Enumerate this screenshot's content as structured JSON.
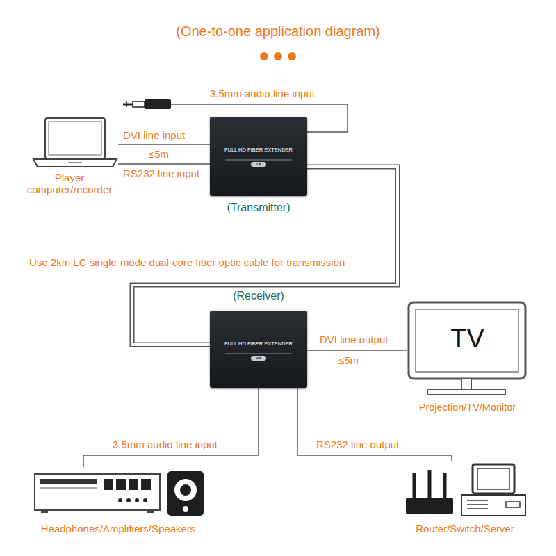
{
  "diagram": {
    "title": "(One-to-one application diagram)",
    "nodes": [
      {
        "text": [
          "Player computer/recorder"
        ]
      },
      {
        "text": [
          "FULL HD FIBER EXTENDER",
          "TX",
          "(Transmitter)"
        ]
      },
      {
        "text": [
          "(Receiver)",
          "FULL HD FIBER EXTENDER",
          "RX"
        ]
      },
      {
        "text": [
          "TV",
          "Projection/TV/Monitor"
        ]
      },
      {
        "text": [
          "Headphones/Amplifiers/Speakers"
        ]
      },
      {
        "text": [
          "Router/Switch/Server"
        ]
      }
    ],
    "edges": [
      {
        "from": 0,
        "to": 1,
        "label": "DVI line input",
        "arrow": "none"
      },
      {
        "from": 0,
        "to": 1,
        "label": "RS232 line input",
        "arrow": "none"
      },
      {
        "from": 1,
        "to": 2,
        "label": "Use 2km LC single-mode dual-core fiber optic cable for transmission",
        "arrow": "none"
      },
      {
        "from": 2,
        "to": 3,
        "label": "DVI line output",
        "arrow": "none"
      },
      {
        "from": 2,
        "to": 4,
        "label": "3.5mm audio line input",
        "arrow": "none"
      },
      {
        "from": 2,
        "to": 5,
        "label": "RS232 line output",
        "arrow": "none"
      }
    ],
    "labels": [
      "3.5mm audio line input",
      "≤5m",
      "≤5m"
    ]
  }
}
